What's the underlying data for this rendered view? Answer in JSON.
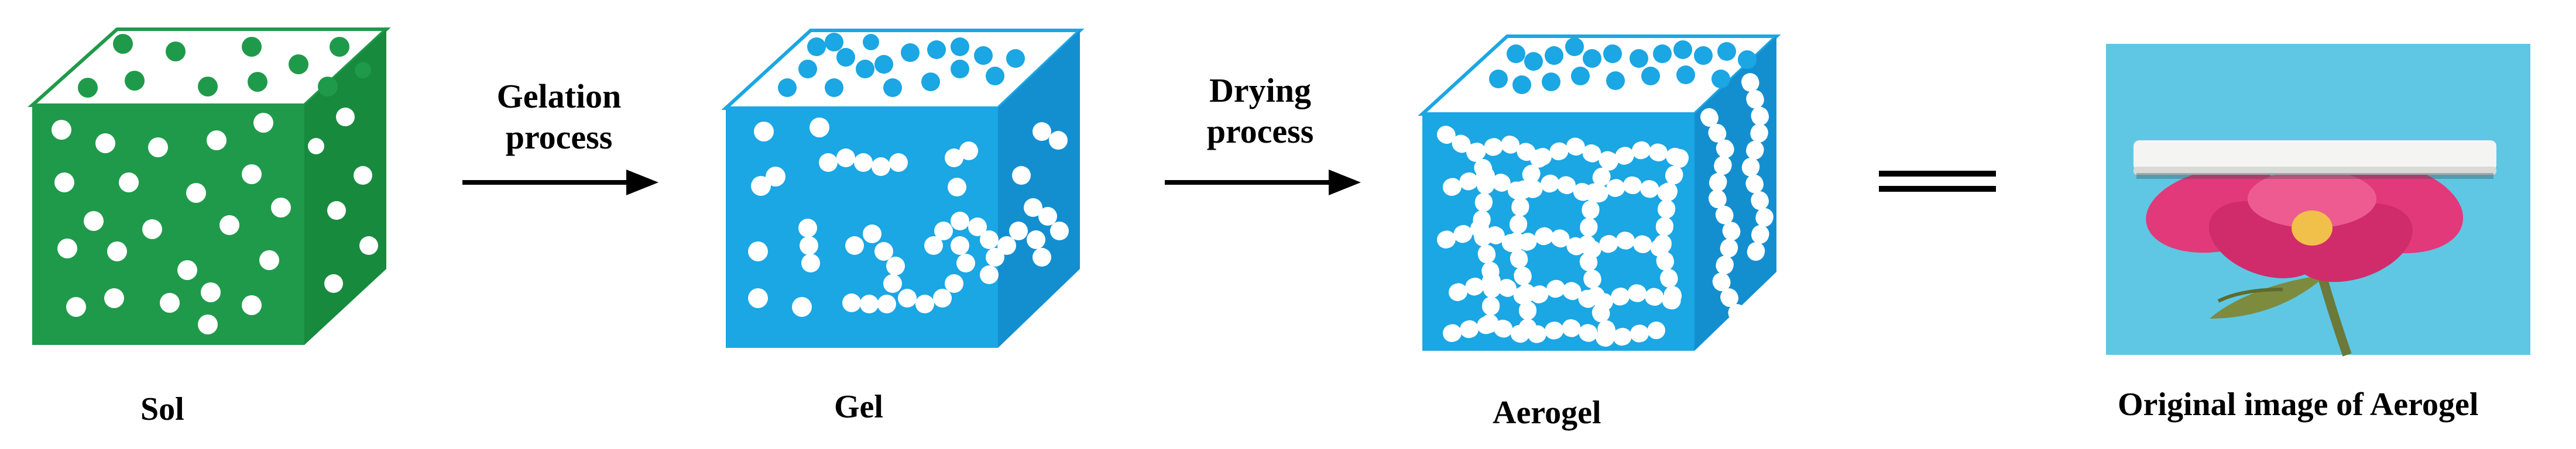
{
  "diagram": {
    "stages": [
      {
        "id": "sol",
        "label": "Sol",
        "color": "#1f9a4a"
      },
      {
        "id": "gel",
        "label": "Gel",
        "color": "#1ba6e4"
      },
      {
        "id": "aerogel",
        "label": "Aerogel",
        "color": "#1ba6e4"
      }
    ],
    "arrows": [
      {
        "line1": "Gelation",
        "line2": "process"
      },
      {
        "line1": "Drying",
        "line2": "process"
      }
    ],
    "equals_symbol": "=",
    "photo_caption": "Original image of Aerogel",
    "colors": {
      "sol_front": "#1f9a4a",
      "sol_side": "#178a3e",
      "gel_front": "#1ba6e4",
      "gel_side": "#138fd0",
      "particle_white": "#ffffff",
      "photo_background": "#5fc7e3",
      "flower_pink": "#e2397a",
      "aerogel_block": "#f4f4f2"
    },
    "icons": [
      "sol-cube",
      "gel-cube",
      "aerogel-cube",
      "arrow-right-icon",
      "equals-icon",
      "aerogel-flower-photo"
    ]
  }
}
